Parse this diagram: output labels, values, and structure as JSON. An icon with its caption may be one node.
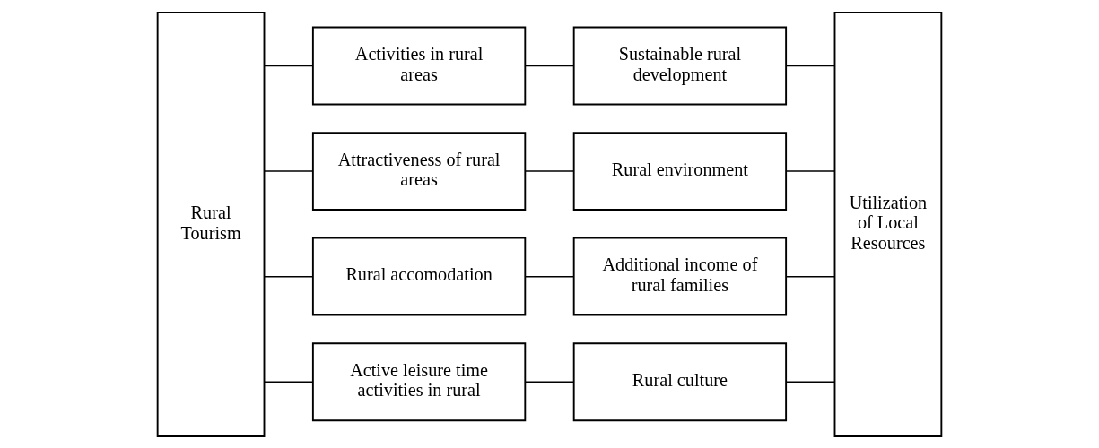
{
  "diagram": {
    "nodes": [
      {
        "text": [
          "Rural Tourism"
        ]
      },
      {
        "text": [
          "Activities in rural areas"
        ]
      },
      {
        "text": [
          "Attractiveness of rural areas"
        ]
      },
      {
        "text": [
          "Rural accomodation"
        ]
      },
      {
        "text": [
          "Active leisure time activities in rural"
        ]
      },
      {
        "text": [
          "Sustainable rural development"
        ]
      },
      {
        "text": [
          "Rural environment"
        ]
      },
      {
        "text": [
          "Additional income of rural families"
        ]
      },
      {
        "text": [
          "Rural culture"
        ]
      },
      {
        "text": [
          "Utilization of Local Resources"
        ]
      }
    ],
    "edges": [
      {
        "from": 0,
        "to": 1,
        "arrow": "none"
      },
      {
        "from": 0,
        "to": 2,
        "arrow": "none"
      },
      {
        "from": 0,
        "to": 3,
        "arrow": "none"
      },
      {
        "from": 0,
        "to": 4,
        "arrow": "none"
      },
      {
        "from": 1,
        "to": 5,
        "arrow": "none"
      },
      {
        "from": 2,
        "to": 6,
        "arrow": "none"
      },
      {
        "from": 3,
        "to": 7,
        "arrow": "none"
      },
      {
        "from": 4,
        "to": 8,
        "arrow": "none"
      },
      {
        "from": 5,
        "to": 9,
        "arrow": "none"
      },
      {
        "from": 6,
        "to": 9,
        "arrow": "none"
      },
      {
        "from": 7,
        "to": 9,
        "arrow": "none"
      },
      {
        "from": 8,
        "to": 9,
        "arrow": "none"
      }
    ]
  }
}
